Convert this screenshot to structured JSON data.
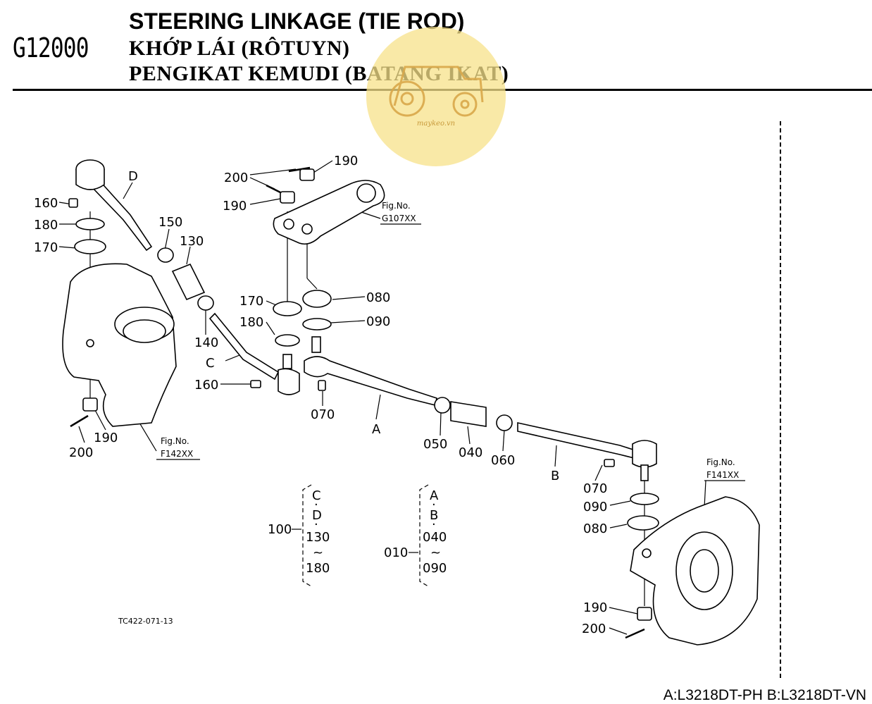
{
  "header": {
    "code": "G12000",
    "title_en": "STEERING LINKAGE (TIE ROD)",
    "title_vi": "KHỚP LÁI (RÔTUYN)",
    "title_id": "PENGIKAT KEMUDI (BATANG IKAT)"
  },
  "watermark": {
    "text": "maykeo.vn",
    "color": "#f7e28a"
  },
  "fig_refs": [
    {
      "label": "Fig.No.",
      "code": "G107XX"
    },
    {
      "label": "Fig.No.",
      "code": "F142XX"
    },
    {
      "label": "Fig.No.",
      "code": "F141XX"
    }
  ],
  "parts": {
    "p200a": "200",
    "p190a": "190",
    "p190b": "190",
    "p160a": "160",
    "p180a": "180",
    "p170a": "170",
    "pD": "D",
    "p150": "150",
    "p130": "130",
    "p140": "140",
    "pC": "C",
    "p160b": "160",
    "p170b": "170",
    "p180b": "180",
    "p080a": "080",
    "p090a": "090",
    "p070a": "070",
    "pA": "A",
    "p050": "050",
    "p040": "040",
    "p060": "060",
    "pB": "B",
    "p070b": "070",
    "p090b": "090",
    "p080b": "080",
    "p190c": "190",
    "p200b": "200",
    "p190d": "190",
    "p200c": "200"
  },
  "assemblies": [
    {
      "number": "100",
      "items": [
        "C",
        "D",
        "130",
        "~",
        "180"
      ]
    },
    {
      "number": "010",
      "items": [
        "A",
        "B",
        "040",
        "~",
        "090"
      ]
    }
  ],
  "drawing_no": "TC422-071-13",
  "models": "A:L3218DT-PH B:L3218DT-VN"
}
